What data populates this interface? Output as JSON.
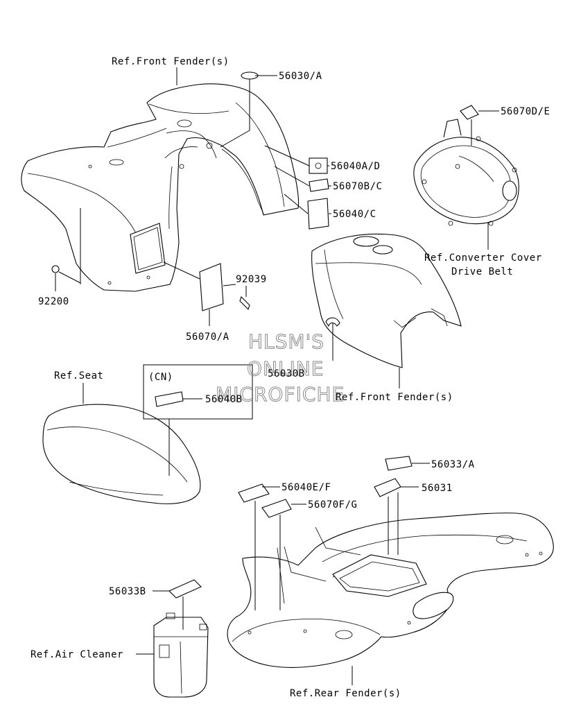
{
  "labels": {
    "ref_front_fender_top": "Ref.Front Fender(s)",
    "p56030a": "56030/A",
    "p56070de": "56070D/E",
    "p56040ad": "56040A/D",
    "p56070bc": "56070B/C",
    "p56040c": "56040/C",
    "ref_converter_cover": "Ref.Converter Cover",
    "drive_belt": "Drive Belt",
    "p92039": "92039",
    "p92200": "92200",
    "p56070a": "56070/A",
    "p56030b": "56030B",
    "ref_front_fender_mid": "Ref.Front Fender(s)",
    "ref_seat": "Ref.Seat",
    "cn": "(CN)",
    "p56040b": "56040B",
    "p56033a": "56033/A",
    "p56040ef": "56040E/F",
    "p56031": "56031",
    "p56070fg": "56070F/G",
    "p56033b": "56033B",
    "ref_air_cleaner": "Ref.Air Cleaner",
    "ref_rear_fender": "Ref.Rear Fender(s)"
  },
  "watermark": {
    "line1": "HLSM'S",
    "line2": "ONLINE",
    "line3": "MICROFICHE"
  }
}
